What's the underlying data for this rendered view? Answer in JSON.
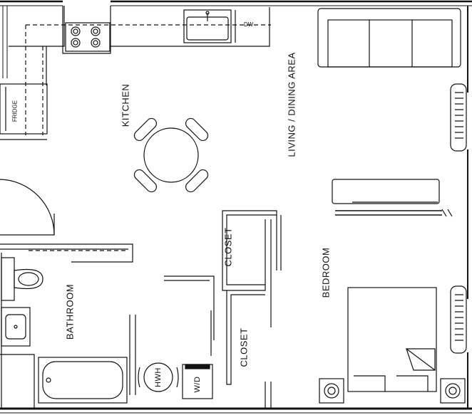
{
  "rooms": {
    "kitchen": "KITCHEN",
    "living_dining": "LIVING / DINING AREA",
    "closet_upper": "CLOSET",
    "closet_lower": "CLOSET",
    "bedroom": "BEDROOM",
    "bathroom": "BATHROOM"
  },
  "fixtures": {
    "fridge": "FRIDGE",
    "dishwasher": "DW",
    "water_heater": "HWH",
    "washer_dryer": "W/D"
  }
}
